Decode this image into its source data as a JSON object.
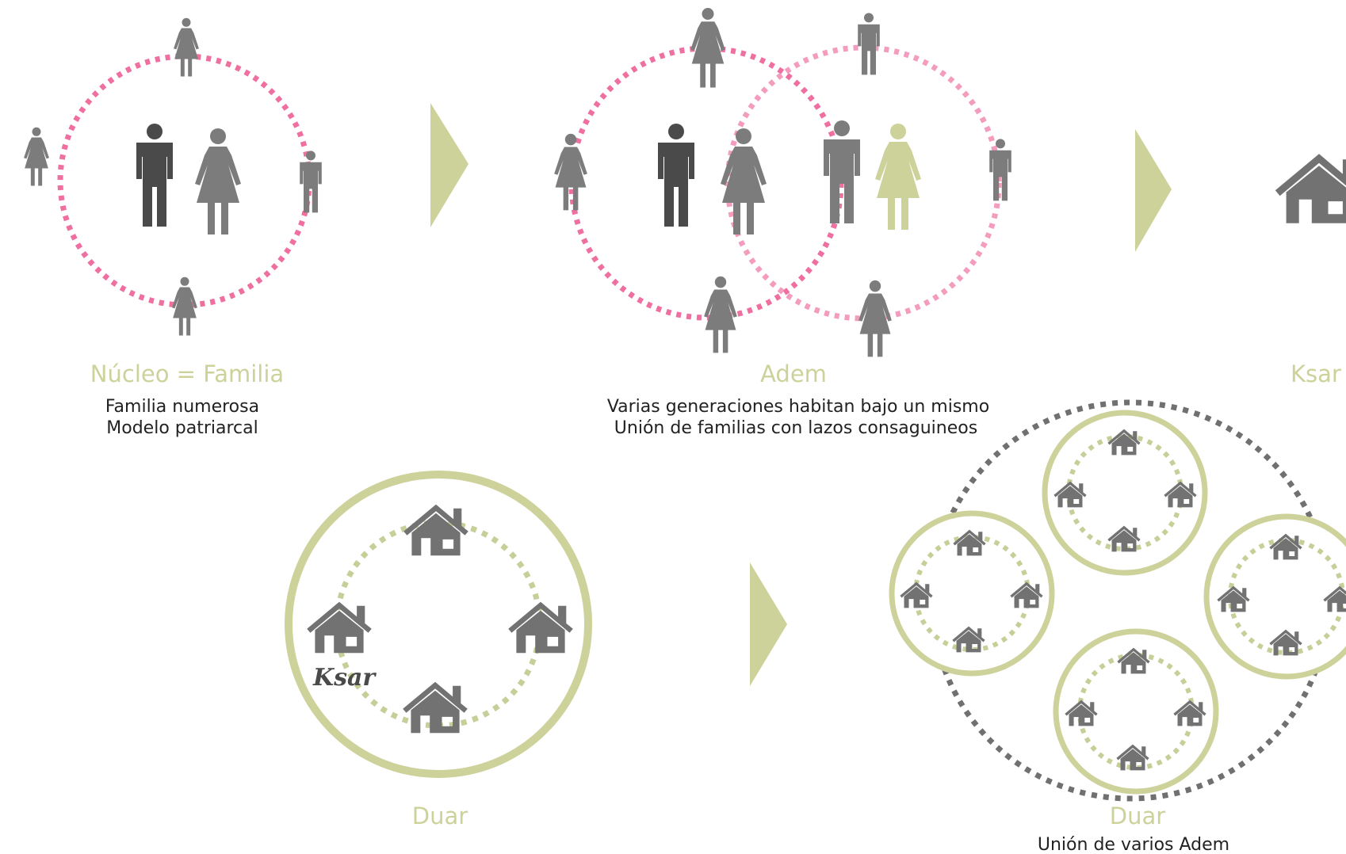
{
  "colors": {
    "pink": "#ee6fa0",
    "pink_light": "#f39cbd",
    "olive": "#cdd29a",
    "olive_dotted": "#c5cf98",
    "gray": "#7c7c7c",
    "dark": "#4a4a4a",
    "text": "#222222",
    "house": "#727272"
  },
  "nucleo": {
    "title": "Núcleo = Familia",
    "line1": "Familia numerosa",
    "line2": "Modelo patriarcal"
  },
  "adem": {
    "title": "Adem",
    "line1": "Varias generaciones habitan bajo un mismo",
    "line2": "Unión de familias con lazos consaguineos"
  },
  "ksar": {
    "title": "Ksar"
  },
  "duar_single": {
    "title": "Duar",
    "script_label": "Ksar"
  },
  "duar_cluster": {
    "title": "Duar",
    "line1": "Unión de varios Adem"
  },
  "icons": [
    "person-female-icon",
    "person-male-icon",
    "house-icon",
    "arrow-right-icon"
  ]
}
